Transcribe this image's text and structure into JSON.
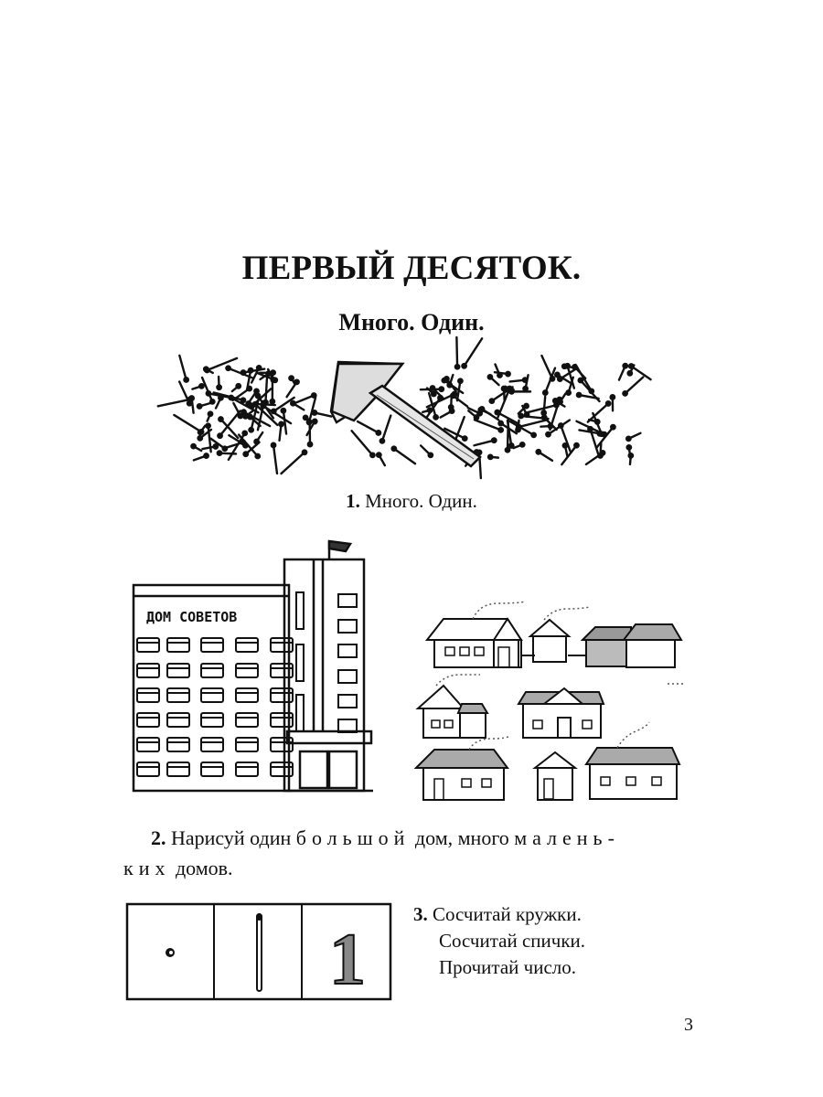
{
  "page": {
    "title": "ПЕРВЫЙ ДЕСЯТОК.",
    "subtitle": "Много. Один.",
    "figure1": {
      "icon": "hammer-and-nails-illustration",
      "caption_number": "1.",
      "caption_text": "Много. Один."
    },
    "figure2": {
      "big_building_icon": "big-house-illustration",
      "big_building_sign": "ДОМ СОВЕТОВ",
      "small_houses_icon": "small-houses-illustration"
    },
    "task2": {
      "number": "2.",
      "text_part1": "Нарисуй один",
      "text_spaced1": "большой",
      "text_part2": "дом, много",
      "text_spaced2": "малень-",
      "text_spaced3": "ких",
      "text_part3": "домов."
    },
    "task3": {
      "cards": [
        {
          "icon": "dot-icon",
          "meaning": "one circle"
        },
        {
          "icon": "match-icon",
          "meaning": "one match"
        },
        {
          "icon": "numeral-one-icon",
          "text": "1"
        }
      ],
      "number": "3.",
      "line1": "Сосчитай кружки.",
      "line2": "Сосчитай спички.",
      "line3": "Прочитай число."
    },
    "page_number": "3"
  }
}
